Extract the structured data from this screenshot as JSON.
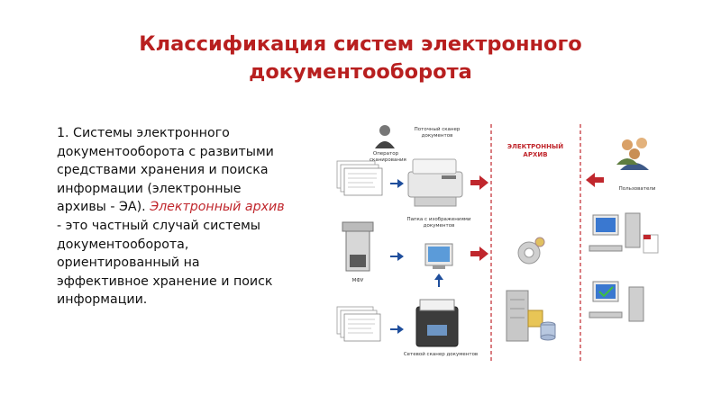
{
  "slide": {
    "title_line1": "Классификация систем электронного",
    "title_line2": "документооборота",
    "body": {
      "part1": "1. Системы электронного документооборота с развитыми средствами хранения и поиска информации (электронные архивы - ЭА).",
      "highlight": "Электронный архив",
      "part2": "- это частный случай системы документооборота, ориентированный на эффективное хранение и поиск информации."
    }
  },
  "diagram": {
    "label_scanner_top": "Поточный сканер документов",
    "label_operator": "Оператор сканирования",
    "label_archive": "ЭЛЕКТРОННЫЙ АРХИВ",
    "label_users": "Пользователи",
    "label_folder": "Папка с изображениями документов",
    "label_mfu": "МФУ",
    "label_network_scanner": "Сетевой сканер документов"
  },
  "colors": {
    "title": "#b81f1f",
    "highlight": "#c0272d",
    "arrow_red": "#c0272d",
    "arrow_blue": "#1f4e9c"
  }
}
